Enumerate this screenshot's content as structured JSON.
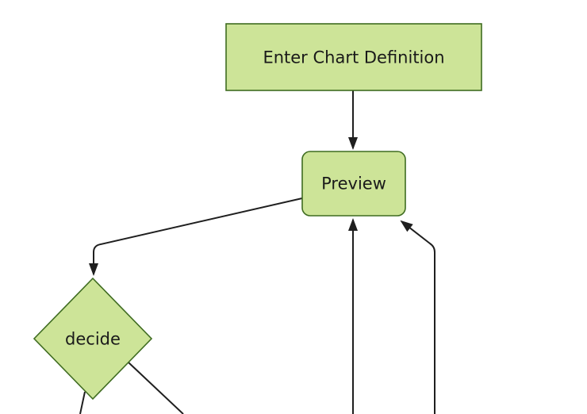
{
  "diagram": {
    "type": "flowchart",
    "background": "#ffffff",
    "colors": {
      "node_fill": "#cde498",
      "node_border": "#3f6c21",
      "edge_line": "#1f1f1f",
      "label_text": "#1a1a1a"
    },
    "nodes": [
      {
        "id": "enter",
        "label": "Enter Chart Definition",
        "shape": "rectangle"
      },
      {
        "id": "preview",
        "label": "Preview",
        "shape": "rounded-rectangle"
      },
      {
        "id": "decide",
        "label": "decide",
        "shape": "diamond"
      }
    ],
    "edges": [
      {
        "from": "enter",
        "to": "preview",
        "arrowhead": true
      },
      {
        "from": "preview",
        "to": "decide",
        "arrowhead": true
      },
      {
        "from": "offscreen-bottom",
        "to": "preview",
        "arrowhead": true
      },
      {
        "from": "offscreen-bottom-right",
        "to": "preview",
        "arrowhead": true
      },
      {
        "from": "decide",
        "to": "offscreen-bottom-left",
        "arrowhead": false
      },
      {
        "from": "decide",
        "to": "offscreen-bottom-right",
        "arrowhead": false
      }
    ]
  }
}
